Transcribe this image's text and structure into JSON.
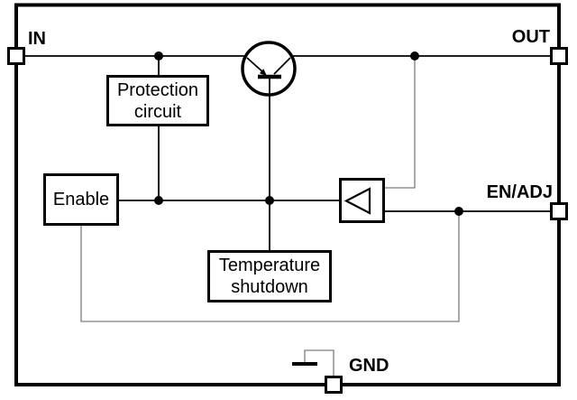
{
  "pins": {
    "in": "IN",
    "out": "OUT",
    "en_adj": "EN/ADJ",
    "gnd": "GND"
  },
  "blocks": {
    "protection": {
      "line1": "Protection",
      "line2": "circuit"
    },
    "enable": {
      "label": "Enable"
    },
    "temperature": {
      "line1": "Temperature",
      "line2": "shutdown"
    }
  },
  "symbols": {
    "pass_transistor": "pnp-transistor-icon",
    "error_amplifier": "amplifier-triangle-icon",
    "ground": "ground-icon",
    "junction": "junction-dot"
  },
  "colors": {
    "ink": "#000000",
    "wire": "#000000",
    "secondary_wire": "#7d7d7d",
    "background": "#ffffff"
  }
}
